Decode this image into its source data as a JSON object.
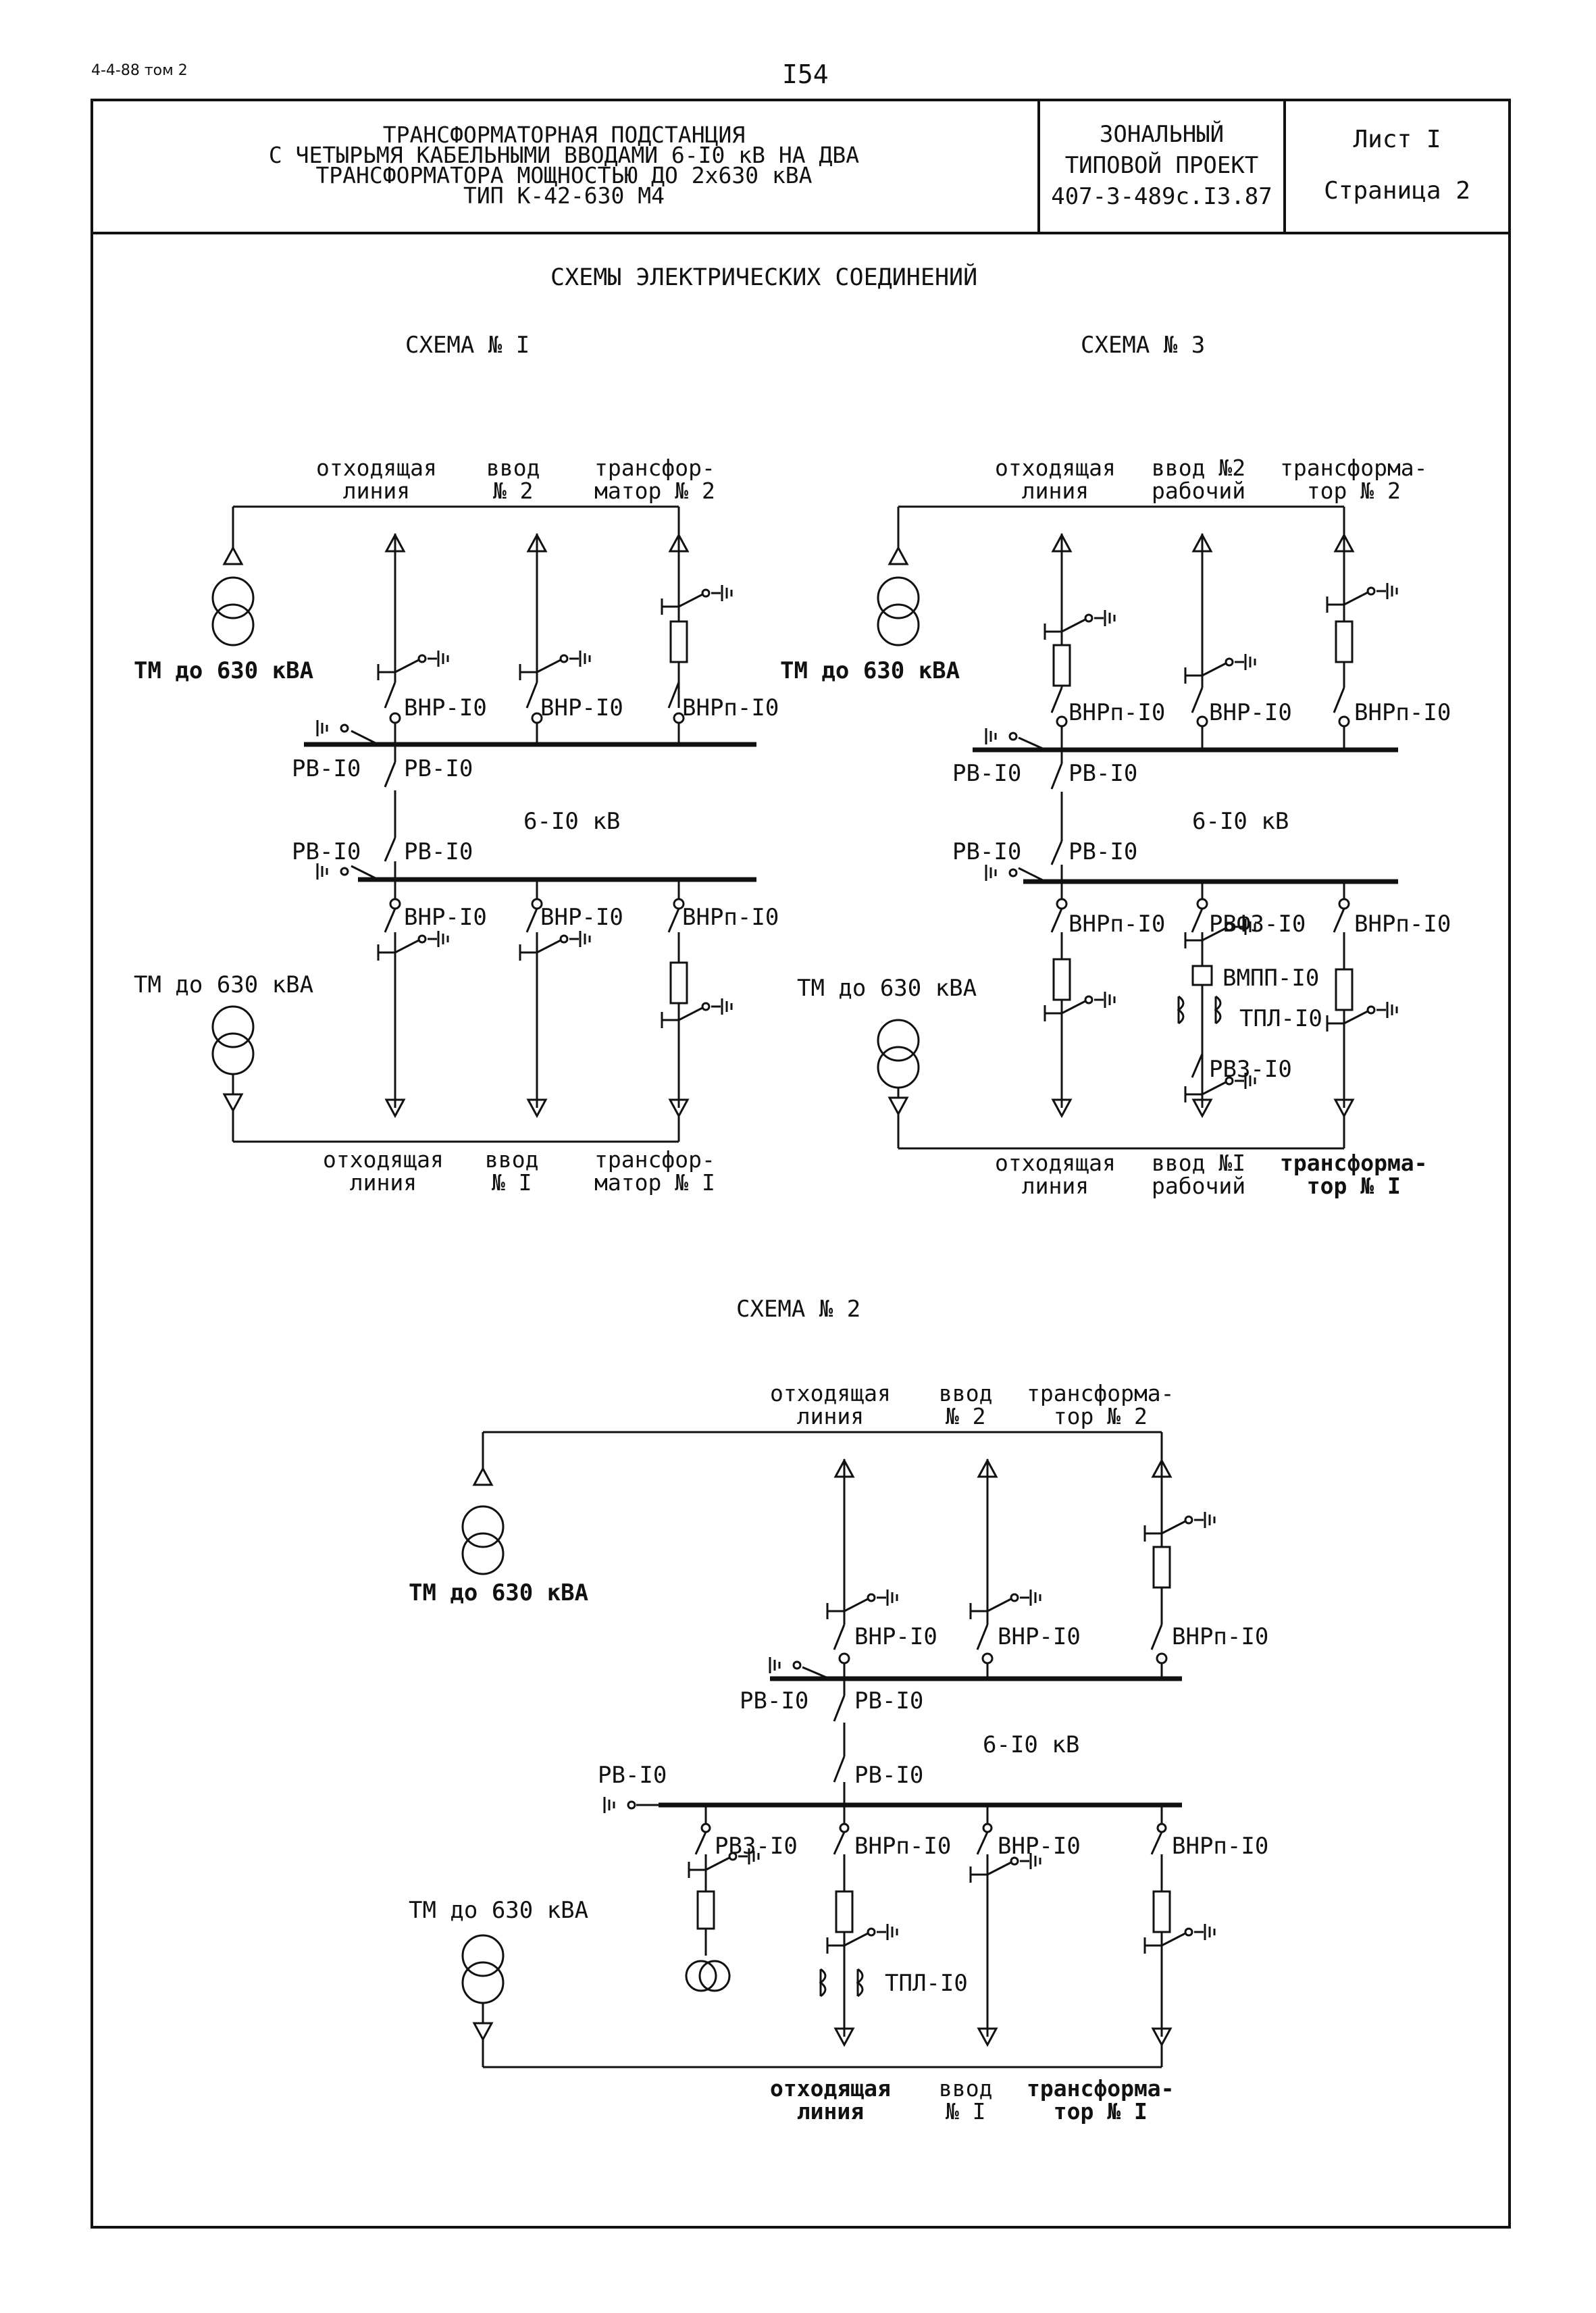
{
  "header": {
    "ref": "4-4-88 том 2",
    "page_number": "I54"
  },
  "title_block": {
    "title_lines": [
      "ТРАНСФОРМАТОРНАЯ ПОДСТАНЦИЯ",
      "С ЧЕТЫРЬМЯ КАБЕЛЬНЫМИ ВВОДАМИ 6-I0 кВ НА ДВА",
      "ТРАНСФОРМАТОРА МОЩНОСТЬЮ ДО 2х630 кВА",
      "ТИП К-42-630 М4"
    ],
    "project_lines": [
      "ЗОНАЛЬНЫЙ",
      "ТИПОВОЙ ПРОЕКТ",
      "407-3-489с.I3.87"
    ],
    "sheet": "Лист I",
    "page": "Страница 2"
  },
  "section_title": "СХЕМЫ ЭЛЕКТРИЧЕСКИХ СОЕДИНЕНИЙ",
  "schemes": {
    "s1": {
      "title": "СХЕМА № I",
      "top": [
        "отходящая\nлиния",
        "ввод\n№ 2",
        "трансфор-\nматор № 2"
      ],
      "bottom": [
        "отходящая\nлиния",
        "ввод\n№ I",
        "трансфор-\nматор № I"
      ],
      "tm_top": "ТМ до 630 кВА",
      "tm_bottom": "ТМ до 630 кВА",
      "sw_top": [
        "ВНР-I0",
        "ВНР-I0",
        "ВНРп-I0"
      ],
      "sw_bottom": [
        "ВНР-I0",
        "ВНР-I0",
        "ВНРп-I0"
      ],
      "rv": [
        "РВ-I0",
        "РВ-I0",
        "РВ-I0",
        "РВ-I0"
      ],
      "voltage": "6-I0 кВ"
    },
    "s3": {
      "title": "СХЕМА № 3",
      "top": [
        "отходящая\nлиния",
        "ввод №2\nрабочий",
        "трансформа-\nтор № 2"
      ],
      "bottom": [
        "отходящая\nлиния",
        "ввод №I\nрабочий",
        "трансформа-\nтор № I"
      ],
      "tm_top": "ТМ до 630 кВА",
      "tm_bottom": "ТМ до 630 кВА",
      "sw_top": [
        "ВНРп-I0",
        "ВНР-I0",
        "ВНРп-I0"
      ],
      "sw_bottom": [
        "ВНРп-I0",
        "РВФЗ-I0",
        "ВНРп-I0"
      ],
      "extra": [
        "ВМПП-I0",
        "ТПЛ-I0",
        "РВЗ-I0"
      ],
      "rv": [
        "РВ-I0",
        "РВ-I0",
        "РВ-I0",
        "РВ-I0"
      ],
      "voltage": "6-I0 кВ"
    },
    "s2": {
      "title": "СХЕМА № 2",
      "top": [
        "отходящая\nлиния",
        "ввод\n№ 2",
        "трансформа-\nтор № 2"
      ],
      "bottom": [
        "отходящая\nлиния",
        "ввод\n№ I",
        "трансформа-\nтор № I"
      ],
      "tm_top": "ТМ до 630 кВА",
      "tm_bottom": "ТМ до 630 кВА",
      "sw_top": [
        "ВНР-I0",
        "ВНР-I0",
        "ВНРп-I0"
      ],
      "sw_bottom": [
        "РВЗ-I0",
        "ВНРп-I0",
        "ВНР-I0",
        "ВНРп-I0"
      ],
      "extra": [
        "ТПЛ-I0"
      ],
      "rv": [
        "РВ-I0",
        "РВ-I0",
        "РВ-I0"
      ],
      "voltage": "6-I0 кВ"
    }
  }
}
